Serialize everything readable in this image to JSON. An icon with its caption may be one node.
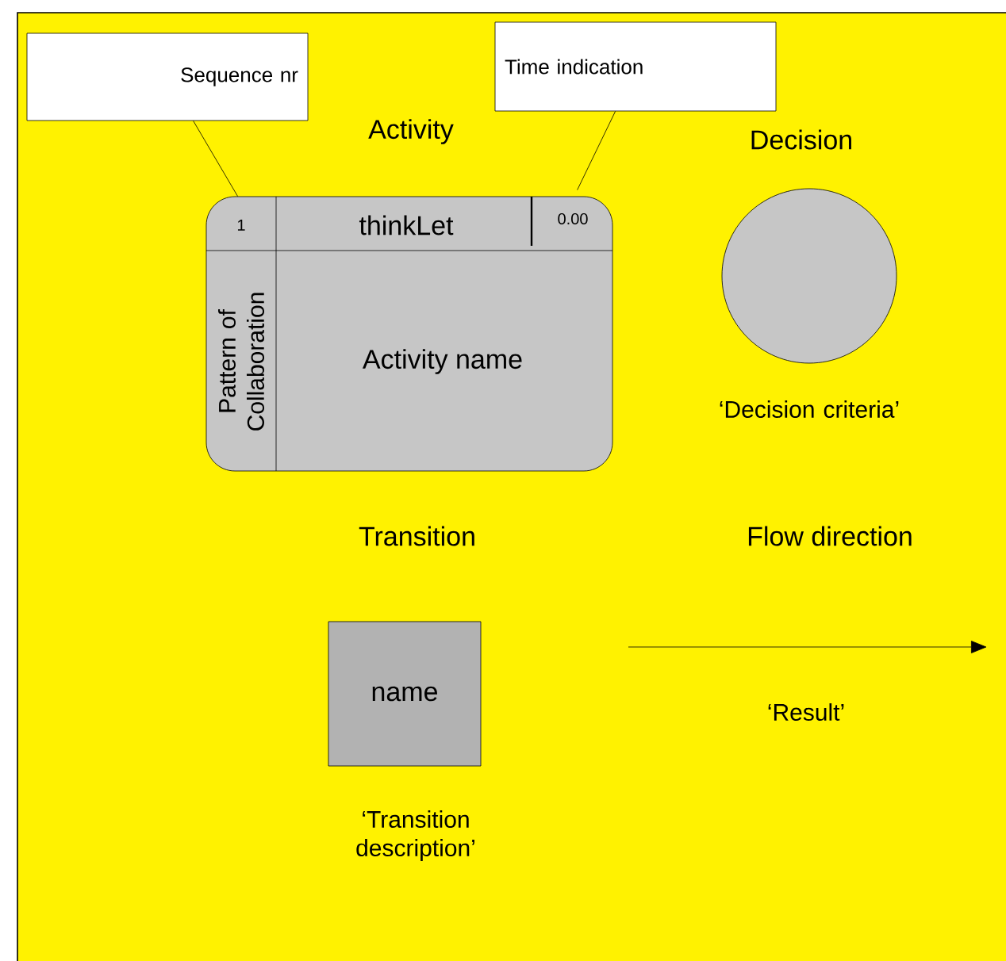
{
  "diagram": {
    "nodes": [
      {
        "text": [
          "Sequence nr"
        ]
      },
      {
        "text": [
          "Time indication"
        ]
      },
      {
        "text": [
          "Activity",
          "1",
          "thinkLet",
          "0.00",
          "Pattern of Collaboration",
          "Activity name"
        ]
      },
      {
        "text": [],
        "shape": "circle",
        "beside": [
          "‘Decision criteria’"
        ]
      },
      {
        "text": [
          "name"
        ],
        "beside": [
          "‘Transition description’"
        ]
      }
    ],
    "edges": [
      {
        "from": 0,
        "to": 2,
        "arrow": "none"
      },
      {
        "from": 1,
        "to": 2,
        "arrow": "none"
      }
    ],
    "labels": [
      "Decision",
      "Transition",
      "Flow direction",
      "‘Result’"
    ]
  }
}
